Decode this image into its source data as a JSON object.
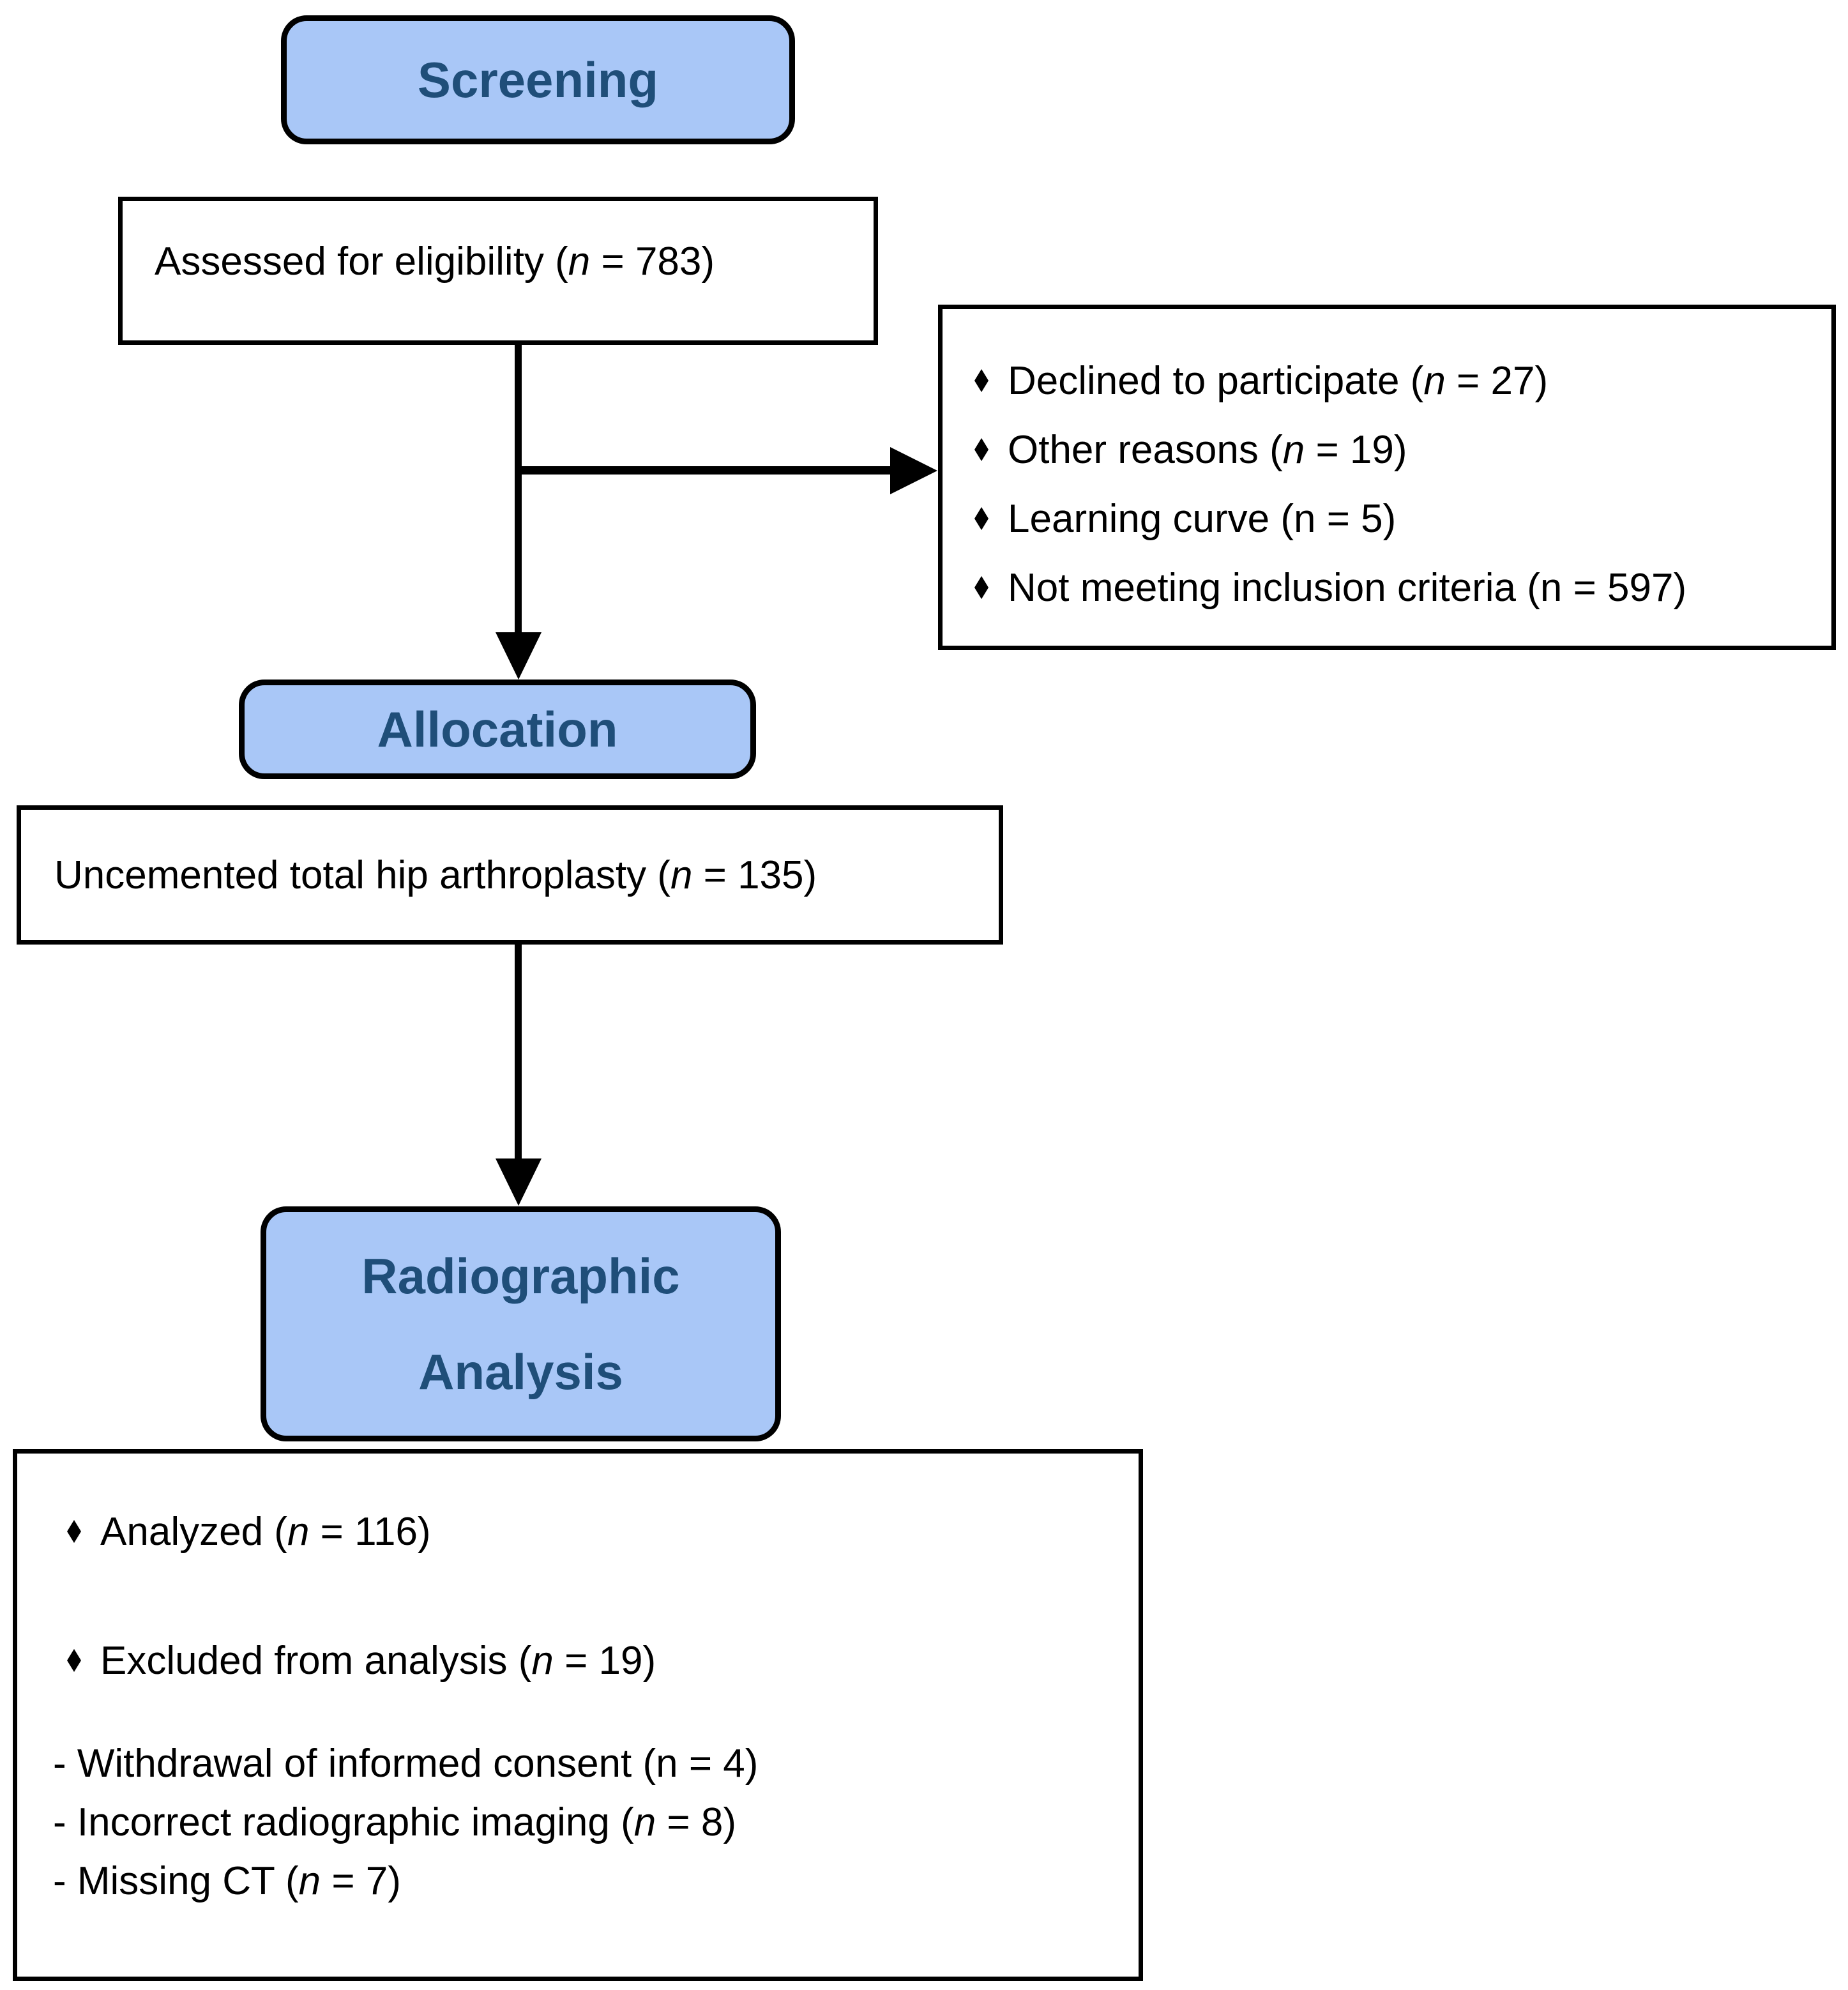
{
  "palette": {
    "node_fill": "#A9C7F7",
    "node_text": "#1F4E79",
    "line_color": "#000000",
    "background": "#FFFFFF"
  },
  "icons": {
    "bullet": "diamond-bullet-icon"
  },
  "nodes": {
    "screening": {
      "label": "Screening"
    },
    "assessed": {
      "segments": [
        {
          "t": "Assessed for eligibility ("
        },
        {
          "t": "n",
          "i": true
        },
        {
          "t": " = 783)"
        }
      ]
    },
    "exclusion": {
      "items": [
        {
          "segments": [
            {
              "t": "Declined to participate ("
            },
            {
              "t": "n",
              "i": true
            },
            {
              "t": " = 27)"
            }
          ]
        },
        {
          "segments": [
            {
              "t": "Other reasons ("
            },
            {
              "t": "n",
              "i": true
            },
            {
              "t": " = 19)"
            }
          ]
        },
        {
          "segments": [
            {
              "t": "Learning curve (n = 5)"
            }
          ]
        },
        {
          "segments": [
            {
              "t": "Not meeting inclusion criteria (n = 597)"
            }
          ]
        }
      ]
    },
    "allocation": {
      "label": "Allocation"
    },
    "uncemented": {
      "segments": [
        {
          "t": "Uncemented total hip arthroplasty ("
        },
        {
          "t": "n",
          "i": true
        },
        {
          "t": " = 135)"
        }
      ]
    },
    "radiographic": {
      "lines": [
        "Radiographic",
        "Analysis"
      ]
    },
    "analysis": {
      "bullet_items": [
        {
          "segments": [
            {
              "t": "Analyzed ("
            },
            {
              "t": "n",
              "i": true
            },
            {
              "t": " = 116)"
            }
          ]
        },
        {
          "segments": [
            {
              "t": "Excluded from analysis ("
            },
            {
              "t": "n",
              "i": true
            },
            {
              "t": " = 19)"
            }
          ]
        }
      ],
      "dash_items": [
        {
          "segments": [
            {
              "t": "- Withdrawal of informed consent (n = 4)"
            }
          ]
        },
        {
          "segments": [
            {
              "t": "- Incorrect radiographic imaging ("
            },
            {
              "t": "n",
              "i": true
            },
            {
              "t": " = 8)"
            }
          ]
        },
        {
          "segments": [
            {
              "t": "- Missing CT ("
            },
            {
              "t": "n",
              "i": true
            },
            {
              "t": " = 7)"
            }
          ]
        }
      ]
    }
  }
}
